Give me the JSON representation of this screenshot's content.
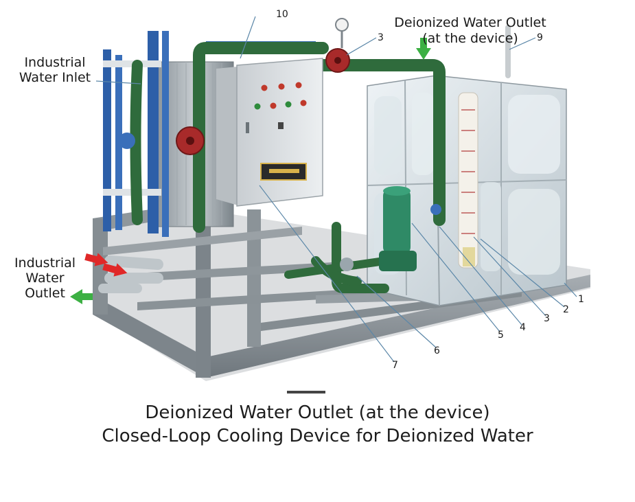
{
  "callouts": {
    "industrial_water_inlet": "Industrial Water Inlet",
    "industrial_water_outlet": "Industrial Water Outlet",
    "deionized_outlet_line1": "Deionized Water Outlet",
    "deionized_outlet_line2": "(at the device)"
  },
  "part_numbers": [
    "1",
    "2",
    "3",
    "4",
    "5",
    "6",
    "7",
    "3",
    "9",
    "10"
  ],
  "caption": {
    "line1": "Deionized Water Outlet (at the device)",
    "line2": "Closed-Loop Cooling Device for Deionized Water"
  },
  "colors": {
    "inflow_arrow": "#e02828",
    "outflow_arrow": "#3cb043",
    "frame": "#8a9196",
    "pipe": "#2f6b3c",
    "column": "#2d5fa8",
    "leader_line": "#5b87a8"
  }
}
